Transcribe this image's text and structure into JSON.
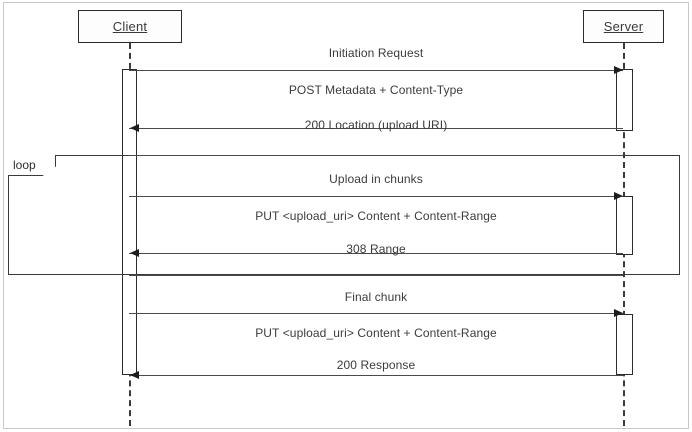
{
  "diagram": {
    "type": "uml-sequence-diagram",
    "title": "Resumable upload protocol sequence"
  },
  "participants": [
    {
      "id": "client",
      "label": "Client"
    },
    {
      "id": "server",
      "label": "Server"
    }
  ],
  "sections": [
    {
      "id": "initiation",
      "caption": "Initiation Request",
      "messages": [
        {
          "label": "POST Metadata + Content-Type",
          "from": "client",
          "to": "server",
          "direction": "right"
        },
        {
          "label": "200 Location (upload URI)",
          "from": "server",
          "to": "client",
          "direction": "left"
        }
      ]
    },
    {
      "id": "upload-chunks",
      "caption": "Upload in chunks",
      "messages": [
        {
          "label": "PUT <upload_uri> Content + Content-Range",
          "from": "client",
          "to": "server",
          "direction": "right"
        },
        {
          "label": "308 Range",
          "from": "server",
          "to": "client",
          "direction": "left"
        }
      ]
    },
    {
      "id": "final-chunk",
      "caption": "Final chunk",
      "messages": [
        {
          "label": "PUT <upload_uri> Content + Content-Range",
          "from": "client",
          "to": "server",
          "direction": "right"
        },
        {
          "label": "200 Response",
          "from": "server",
          "to": "client",
          "direction": "left"
        }
      ]
    }
  ],
  "fragments": [
    {
      "id": "loop-fragment",
      "operator": "loop",
      "guard": ""
    }
  ],
  "colors": {
    "line": "#4a4a4a",
    "border": "#2b2b2b",
    "text": "#3c3c3c",
    "background": "#ffffff"
  }
}
